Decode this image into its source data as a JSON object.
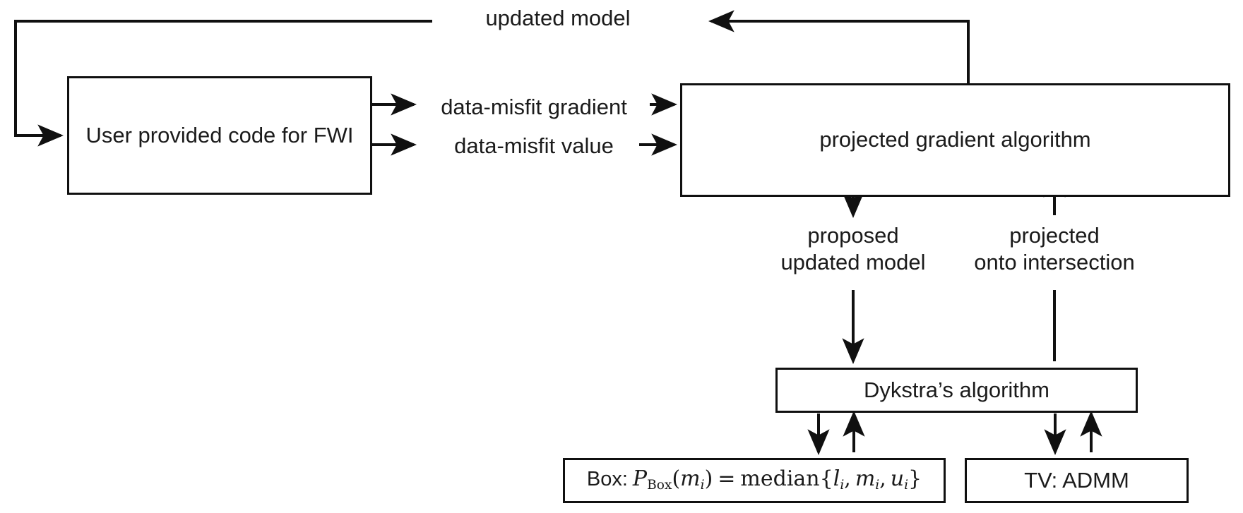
{
  "diagram": {
    "title": "FWI with projected gradient and Dykstra's algorithm flowchart",
    "background": "#ffffff",
    "line_color": "#101010",
    "text_color": "#1b1b1b"
  },
  "nodes": {
    "fwi": {
      "label": "User provided code for FWI"
    },
    "projected_gradient": {
      "label": "projected gradient algorithm"
    },
    "dykstra": {
      "label": "Dykstra’s algorithm"
    },
    "tv": {
      "label": "TV: ADMM"
    },
    "box": {
      "prefix": "Box:",
      "operator": "P",
      "operator_sub": "Box",
      "argument_open": "(",
      "argument": "m",
      "argument_sub": "i",
      "argument_close": ")",
      "equals": "=",
      "function": "median",
      "set_open": "{",
      "set_items": [
        {
          "sym": "l",
          "sub": "i"
        },
        {
          "sym": "m",
          "sub": "i"
        },
        {
          "sym": "u",
          "sub": "i"
        }
      ],
      "set_close": "}",
      "plain": "Box: P_Box(m_i) = median{l_i, m_i, u_i}"
    }
  },
  "edge_labels": {
    "updated_model": "updated model",
    "data_misfit_gradient": "data-misfit gradient",
    "data_misfit_value": "data-misfit value",
    "proposed_updated_model": "proposed\nupdated model",
    "projected_onto_intersection": "projected\nonto intersection"
  }
}
